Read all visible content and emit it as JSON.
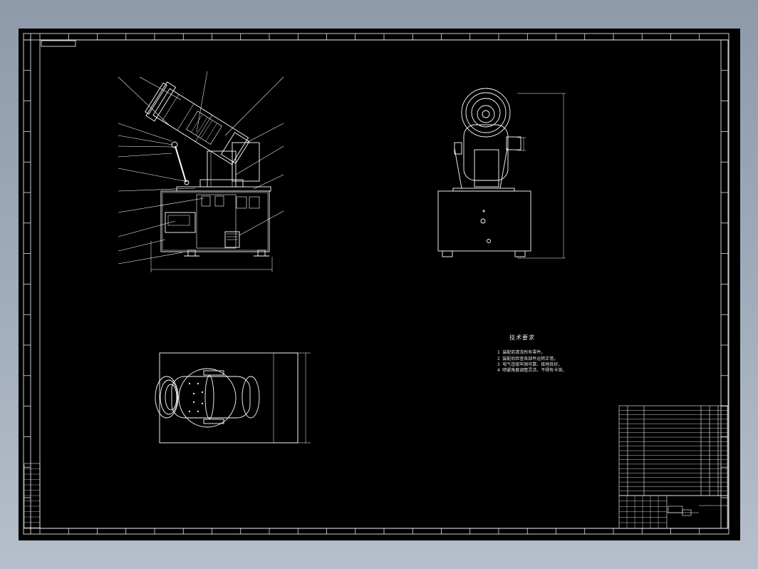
{
  "drawing": {
    "notes": {
      "title": "技术要求",
      "items": [
        "1 装配前清洗所有零件。",
        "2 装配后检查各部件运转正常。",
        "3 电气连接牢固可靠，接地良好。",
        "4 喷雾角度调整灵活，不得有卡滞。"
      ]
    }
  },
  "colors": {
    "canvas": "#000000",
    "line": "#ffffff",
    "dim_line": "#cfcfcf",
    "background_gradient_top": "#8e9aaa"
  }
}
